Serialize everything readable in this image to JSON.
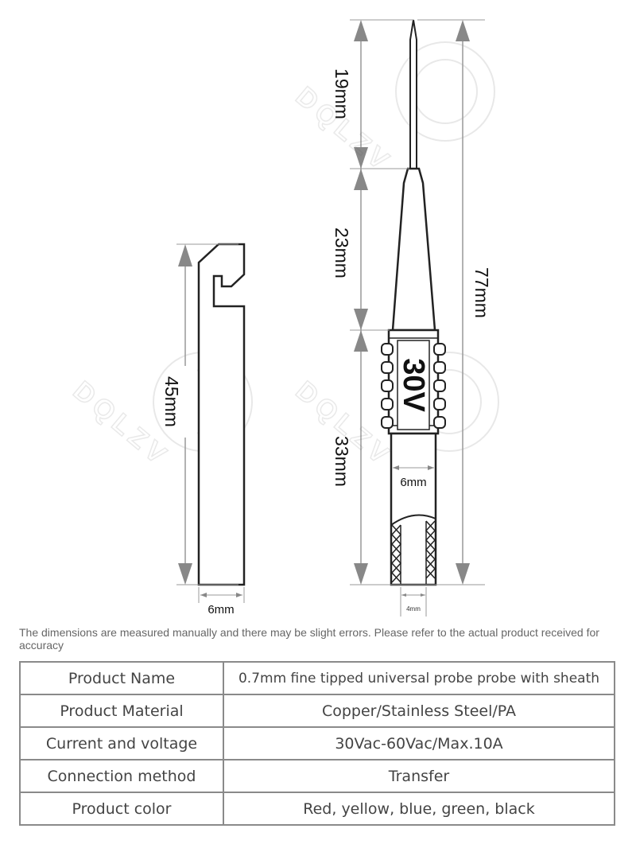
{
  "diagram": {
    "left_part": {
      "length_label": "45mm",
      "width_label": "6mm"
    },
    "right_part": {
      "segment_1_label": "19mm",
      "segment_2_label": "23mm",
      "segment_3_label": "33mm",
      "total_label": "77mm",
      "sleeve_text": "30V",
      "sleeve_width_label": "6mm",
      "tip_width_label": "4mm"
    },
    "watermark": "DQLZV"
  },
  "note": "The dimensions are measured manually and there may be slight errors. Please refer to the actual product received for accuracy",
  "spec_table": {
    "rows": [
      {
        "label": "Product Name",
        "value": "0.7mm fine tipped universal probe probe with sheath"
      },
      {
        "label": "Product Material",
        "value": "Copper/Stainless Steel/PA"
      },
      {
        "label": "Current and voltage",
        "value": "30Vac-60Vac/Max.10A"
      },
      {
        "label": "Connection method",
        "value": "Transfer"
      },
      {
        "label": "Product color",
        "value": "Red, yellow, blue, green, black"
      }
    ]
  }
}
